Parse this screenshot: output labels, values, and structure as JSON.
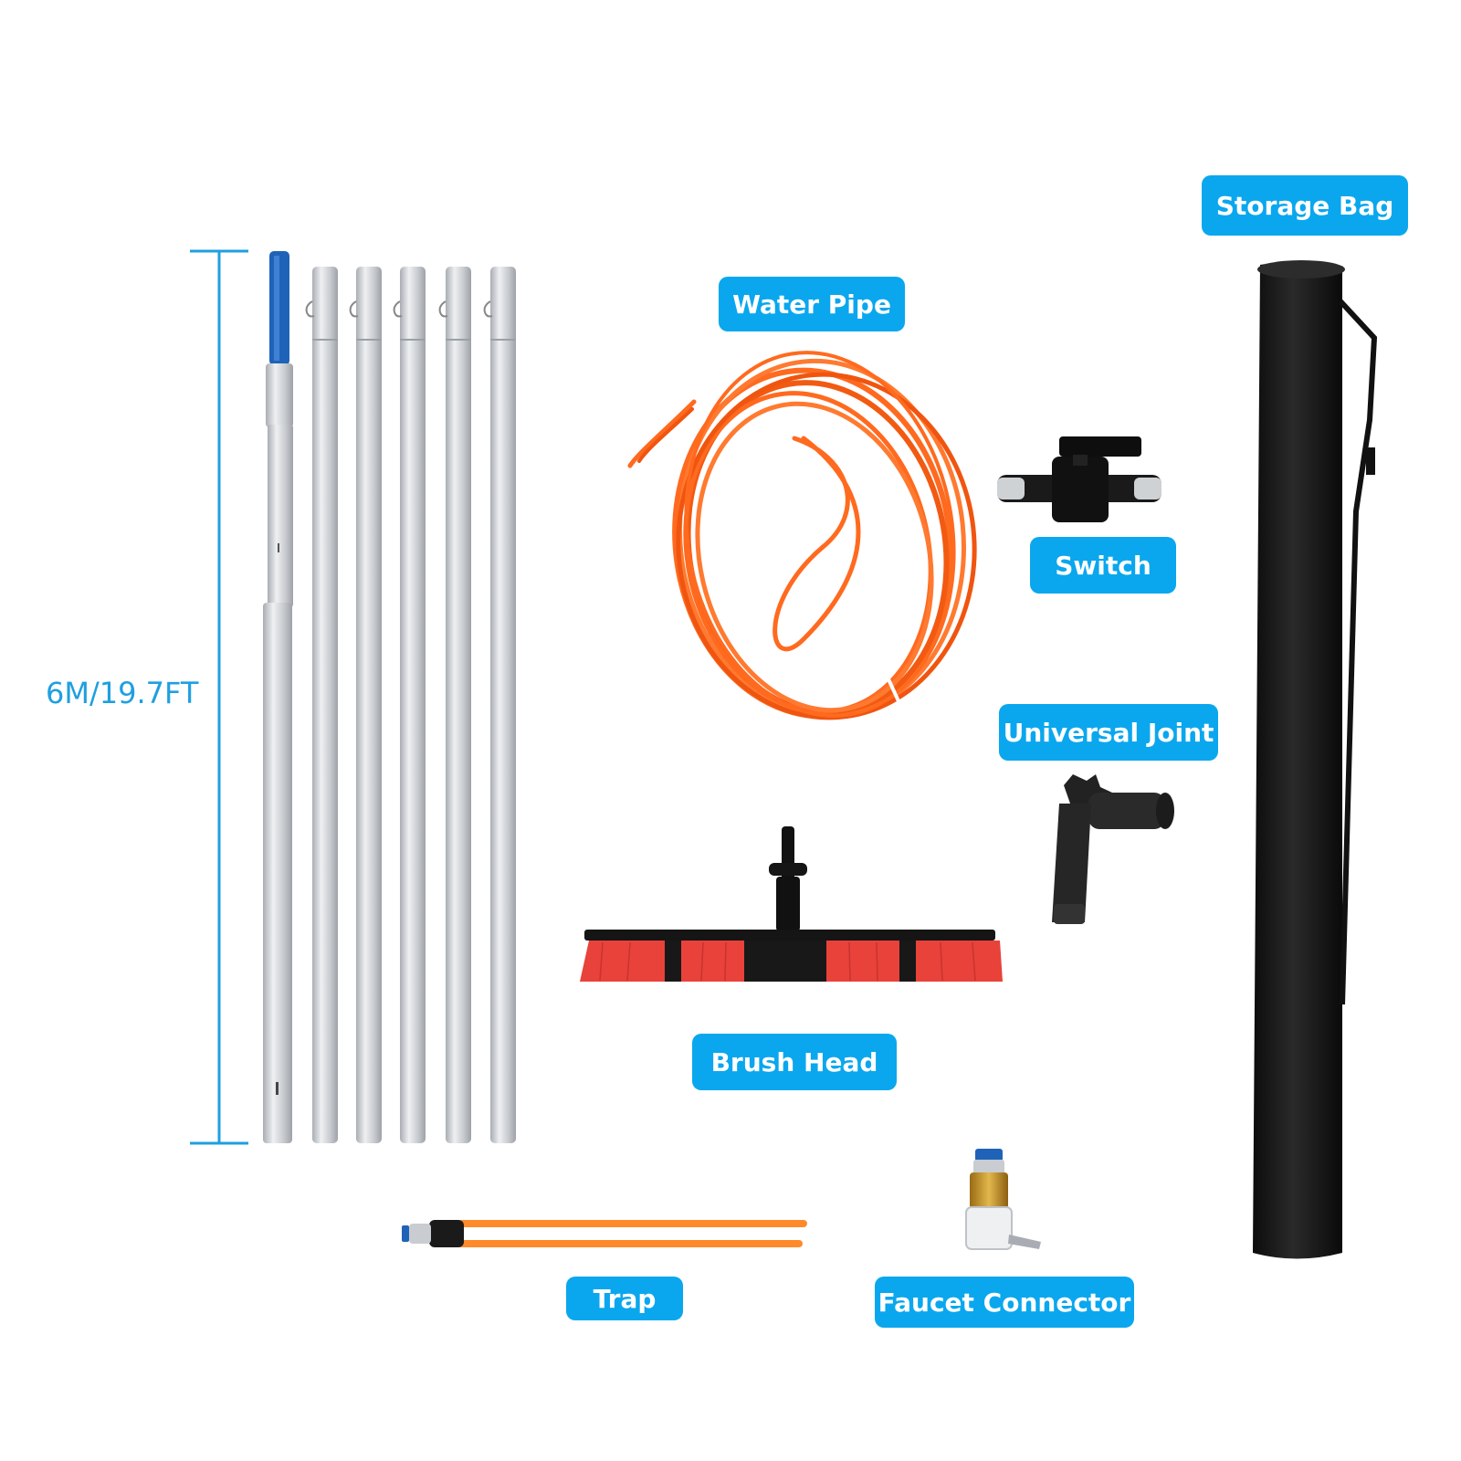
{
  "labels": {
    "storage_bag": "Storage Bag",
    "water_pipe": "Water Pipe",
    "switch": "Switch",
    "universal_joint": "Universal Joint",
    "brush_head": "Brush Head",
    "trap": "Trap",
    "faucet_connector": "Faucet Connector"
  },
  "measurement": {
    "length": "6M/19.7FT"
  },
  "colors": {
    "label_bg": "#0aa7ee",
    "measure_line": "#1f9fe0",
    "pole": "#c9ccd0",
    "pipe": "#ff6a1f",
    "bag": "#161616",
    "bristle": "#e8423a",
    "connector_blue": "#1e63b8"
  }
}
